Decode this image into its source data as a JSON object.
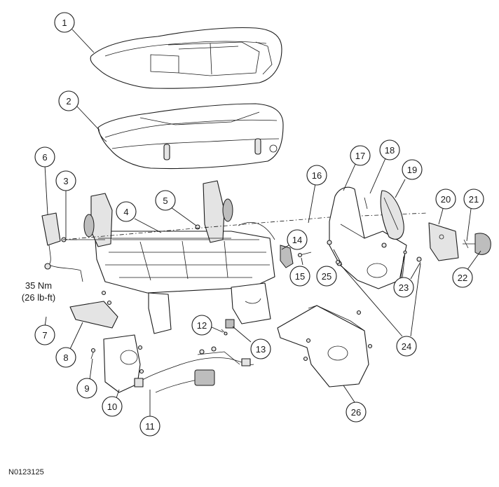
{
  "figure_id": "N0123125",
  "torque_spec": {
    "metric": "35 Nm",
    "imperial": "(26 lb-ft)"
  },
  "callouts": [
    "1",
    "2",
    "3",
    "4",
    "5",
    "6",
    "7",
    "8",
    "9",
    "10",
    "11",
    "12",
    "13",
    "14",
    "15",
    "16",
    "17",
    "18",
    "19",
    "20",
    "21",
    "22",
    "23",
    "24",
    "25",
    "26"
  ]
}
